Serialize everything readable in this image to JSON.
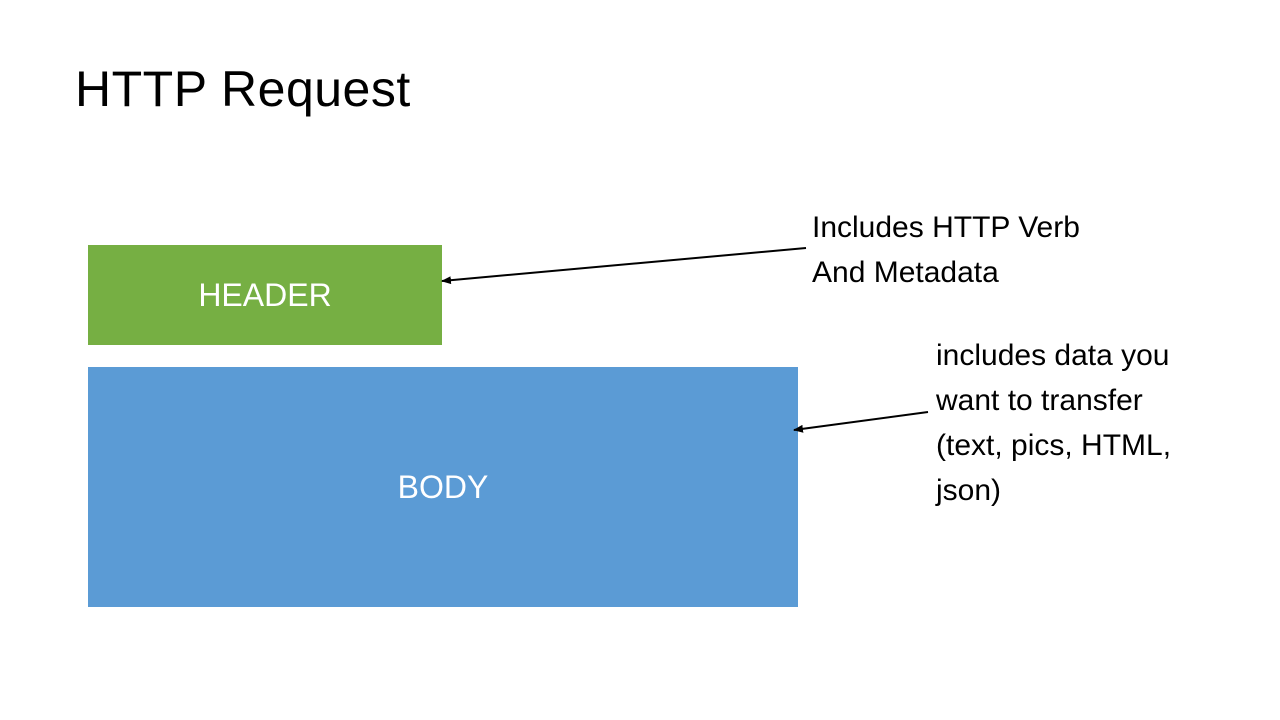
{
  "slide": {
    "title": "HTTP Request"
  },
  "blocks": {
    "header": {
      "label": "HEADER",
      "color": "#76AF43"
    },
    "body": {
      "label": "BODY",
      "color": "#5B9BD5"
    }
  },
  "annotations": {
    "header": {
      "line1": "Includes HTTP Verb",
      "line2": "And Metadata"
    },
    "body": {
      "line1": "includes data you",
      "line2": "want to transfer",
      "line3": "(text, pics, HTML,",
      "line4": "json)"
    }
  }
}
